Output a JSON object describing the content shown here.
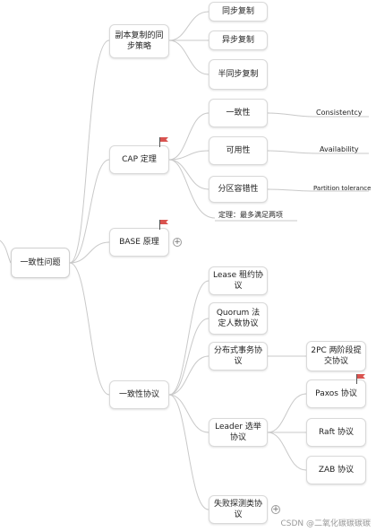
{
  "root": "一致性问题",
  "branches": {
    "replication": {
      "label": "副本复制的同步策略",
      "children": [
        "同步复制",
        "异步复制",
        "半同步复制"
      ]
    },
    "cap": {
      "label": "CAP 定理",
      "items": [
        {
          "label": "一致性",
          "note": "Consistentcy"
        },
        {
          "label": "可用性",
          "note": "Availability"
        },
        {
          "label": "分区容错性",
          "note": "Partition tolerance"
        }
      ],
      "theorem": "定理：最多满足两项"
    },
    "base": {
      "label": "BASE 原理"
    },
    "protocols": {
      "label": "一致性协议",
      "children": [
        "Lease 租约协议",
        "Quorum 法定人数协议",
        "分布式事务协议",
        "Leader 选举协议",
        "失败探测类协议"
      ],
      "transaction_children": [
        "2PC 两阶段提交协议"
      ],
      "leader_children": [
        "Paxos 协议",
        "Raft 协议",
        "ZAB 协议"
      ]
    }
  },
  "expand_symbol": "+",
  "watermark": "CSDN @二氧化碳碳碳碳",
  "colors": {
    "flag": "#d9534f",
    "line": "#c9c9c9"
  }
}
